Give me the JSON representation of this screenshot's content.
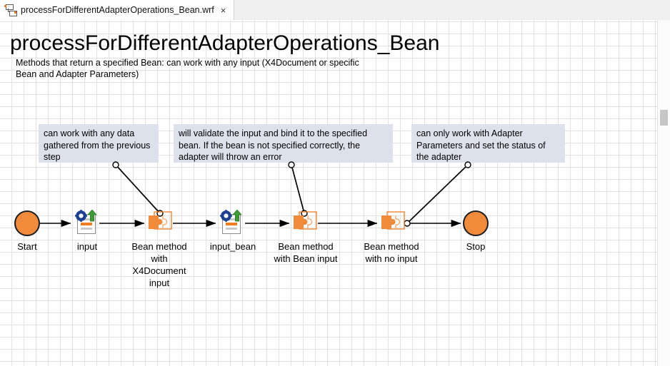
{
  "window": {
    "tab": {
      "icon": "workflow-icon",
      "label": "processForDifferentAdapterOperations_Bean.wrf",
      "close": "×"
    }
  },
  "workflow": {
    "title": "processForDifferentAdapterOperations_Bean",
    "description": "Methods that return a specified Bean: can work with any input (X4Document or specific Bean and Adapter Parameters)",
    "notes": [
      {
        "id": "note-previous-data",
        "text": "can work with any data gathered from the previous step"
      },
      {
        "id": "note-validate-bind",
        "text": "will validate the input and bind it to the specified bean. If the bean is not specified correctly, the adapter will throw an error"
      },
      {
        "id": "note-adapter-parameters",
        "text": "can only work with Adapter Parameters and set the status of the adapter"
      }
    ],
    "nodes": [
      {
        "id": "start",
        "type": "start-circle",
        "label": "Start"
      },
      {
        "id": "input",
        "type": "document",
        "label": "input"
      },
      {
        "id": "bean-x4document",
        "type": "puzzle",
        "label": "Bean method\nwith\nX4Document\ninput"
      },
      {
        "id": "input-bean",
        "type": "document",
        "label": "input_bean"
      },
      {
        "id": "bean-bean-input",
        "type": "puzzle",
        "label": "Bean method\nwith Bean input"
      },
      {
        "id": "bean-no-input",
        "type": "puzzle",
        "label": "Bean method\nwith no input"
      },
      {
        "id": "stop",
        "type": "stop-circle",
        "label": "Stop"
      }
    ],
    "colors": {
      "accent_orange": "#f08b3c",
      "icon_orange": "#f07c22",
      "note_background": "#dde1ec",
      "grid_line": "#e2e2e2",
      "gear_blue": "#1c3f94",
      "arrow_green": "#3f9b35"
    }
  }
}
